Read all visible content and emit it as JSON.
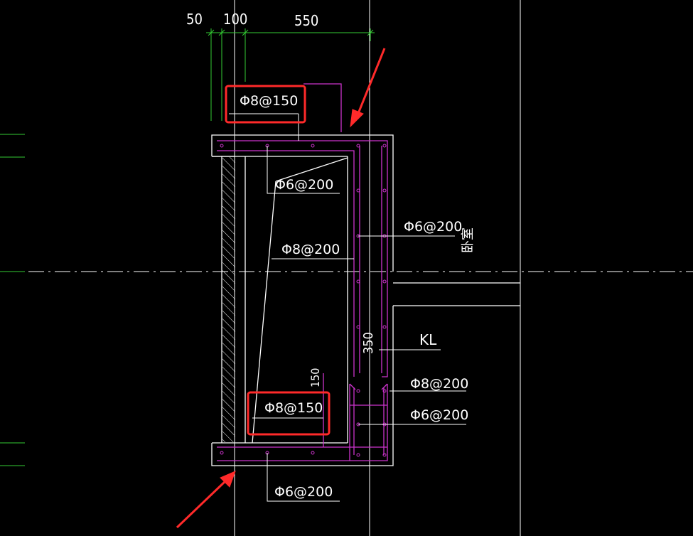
{
  "colors": {
    "background": "#000000",
    "outline": "#ffffff",
    "rebar": "#cc33cc",
    "dimension": "#33cc33",
    "axis": "#33cc33",
    "highlight": "#ff2a2a"
  },
  "dimensions": {
    "d1": "50",
    "d2": "100",
    "d3": "550",
    "vertical_350": "350",
    "vertical_150": "150"
  },
  "labels": {
    "top_rebar": "Φ8@150",
    "slant_dist": "Φ6@200",
    "wall_dist": "Φ6@200",
    "wall_vertical": "Φ8@200",
    "room": "卧室",
    "beam": "KL",
    "beam_main": "Φ8@200",
    "beam_stirrup": "Φ6@200",
    "bottom_rebar": "Φ8@150",
    "bottom_dist": "Φ6@200"
  },
  "annotations": {
    "highlight_boxes": [
      "top_rebar",
      "bottom_rebar"
    ],
    "arrows": [
      "top-right",
      "bottom-left"
    ]
  }
}
